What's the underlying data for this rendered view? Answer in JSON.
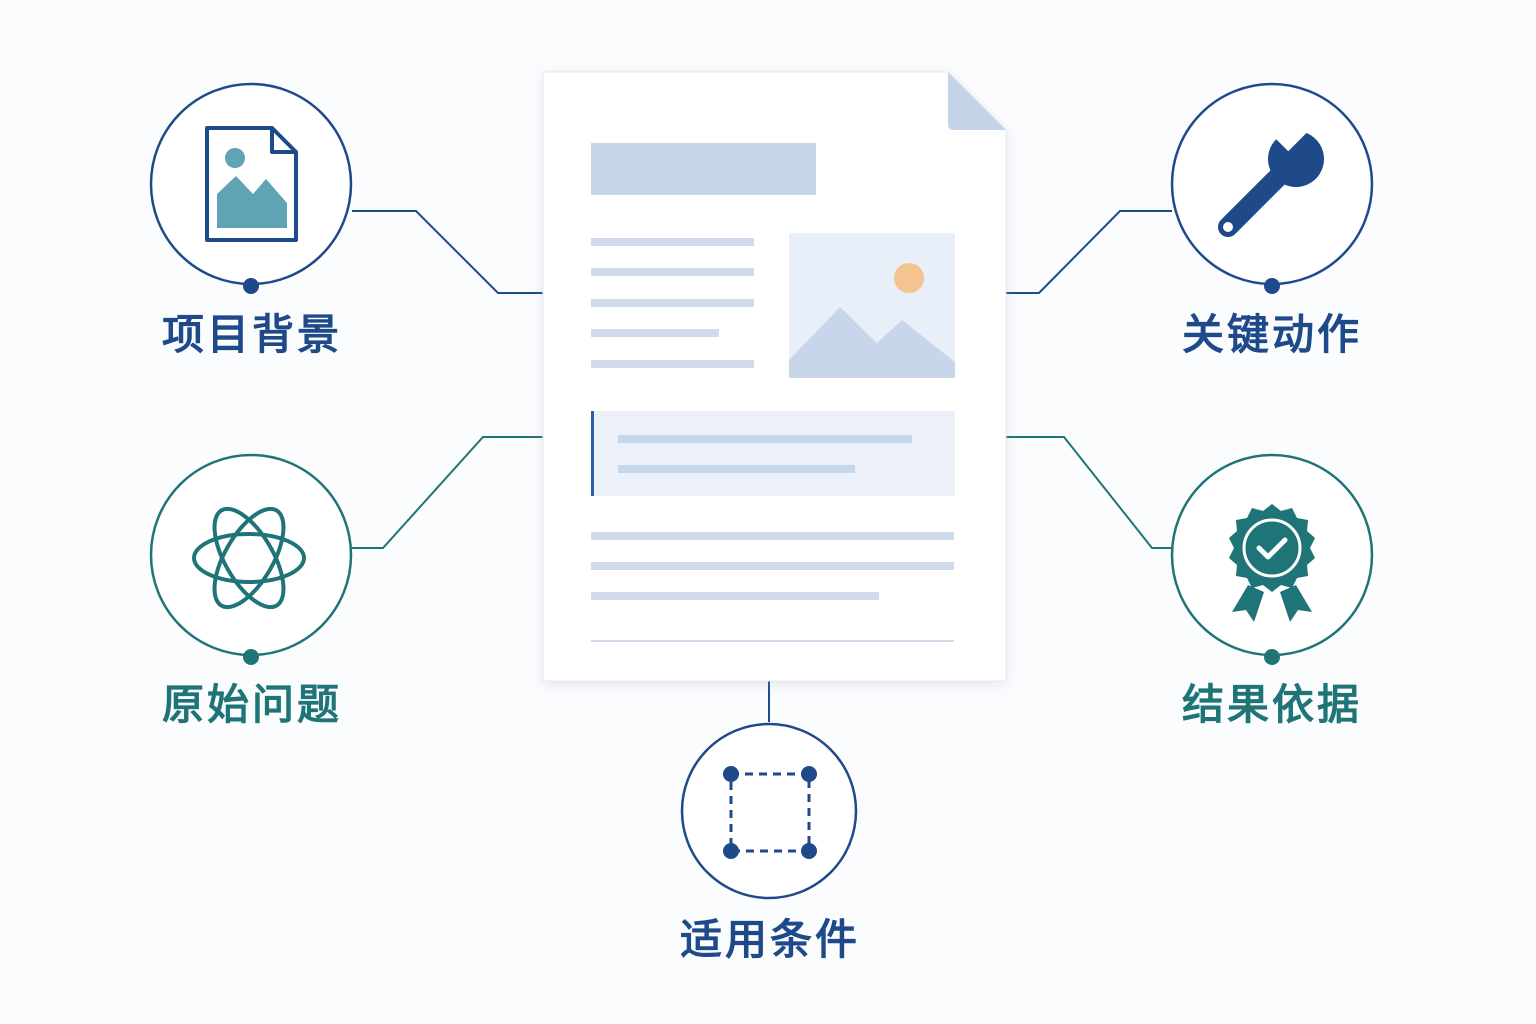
{
  "document": {
    "name": "document-page"
  },
  "nodes": {
    "project_background": {
      "label": "项目背景",
      "icon": "image-file-icon"
    },
    "original_problem": {
      "label": "原始问题",
      "icon": "interwoven-knot-icon"
    },
    "key_actions": {
      "label": "关键动作",
      "icon": "wrench-icon"
    },
    "result_basis": {
      "label": "结果依据",
      "icon": "badge-check-icon"
    },
    "applicable_conditions": {
      "label": "适用条件",
      "icon": "dashed-frame-icon"
    }
  },
  "colors": {
    "navy": "#1f4a8a",
    "teal": "#1f7477",
    "doc_accent": "#c7d6ea",
    "image_sun": "#f4c490"
  }
}
